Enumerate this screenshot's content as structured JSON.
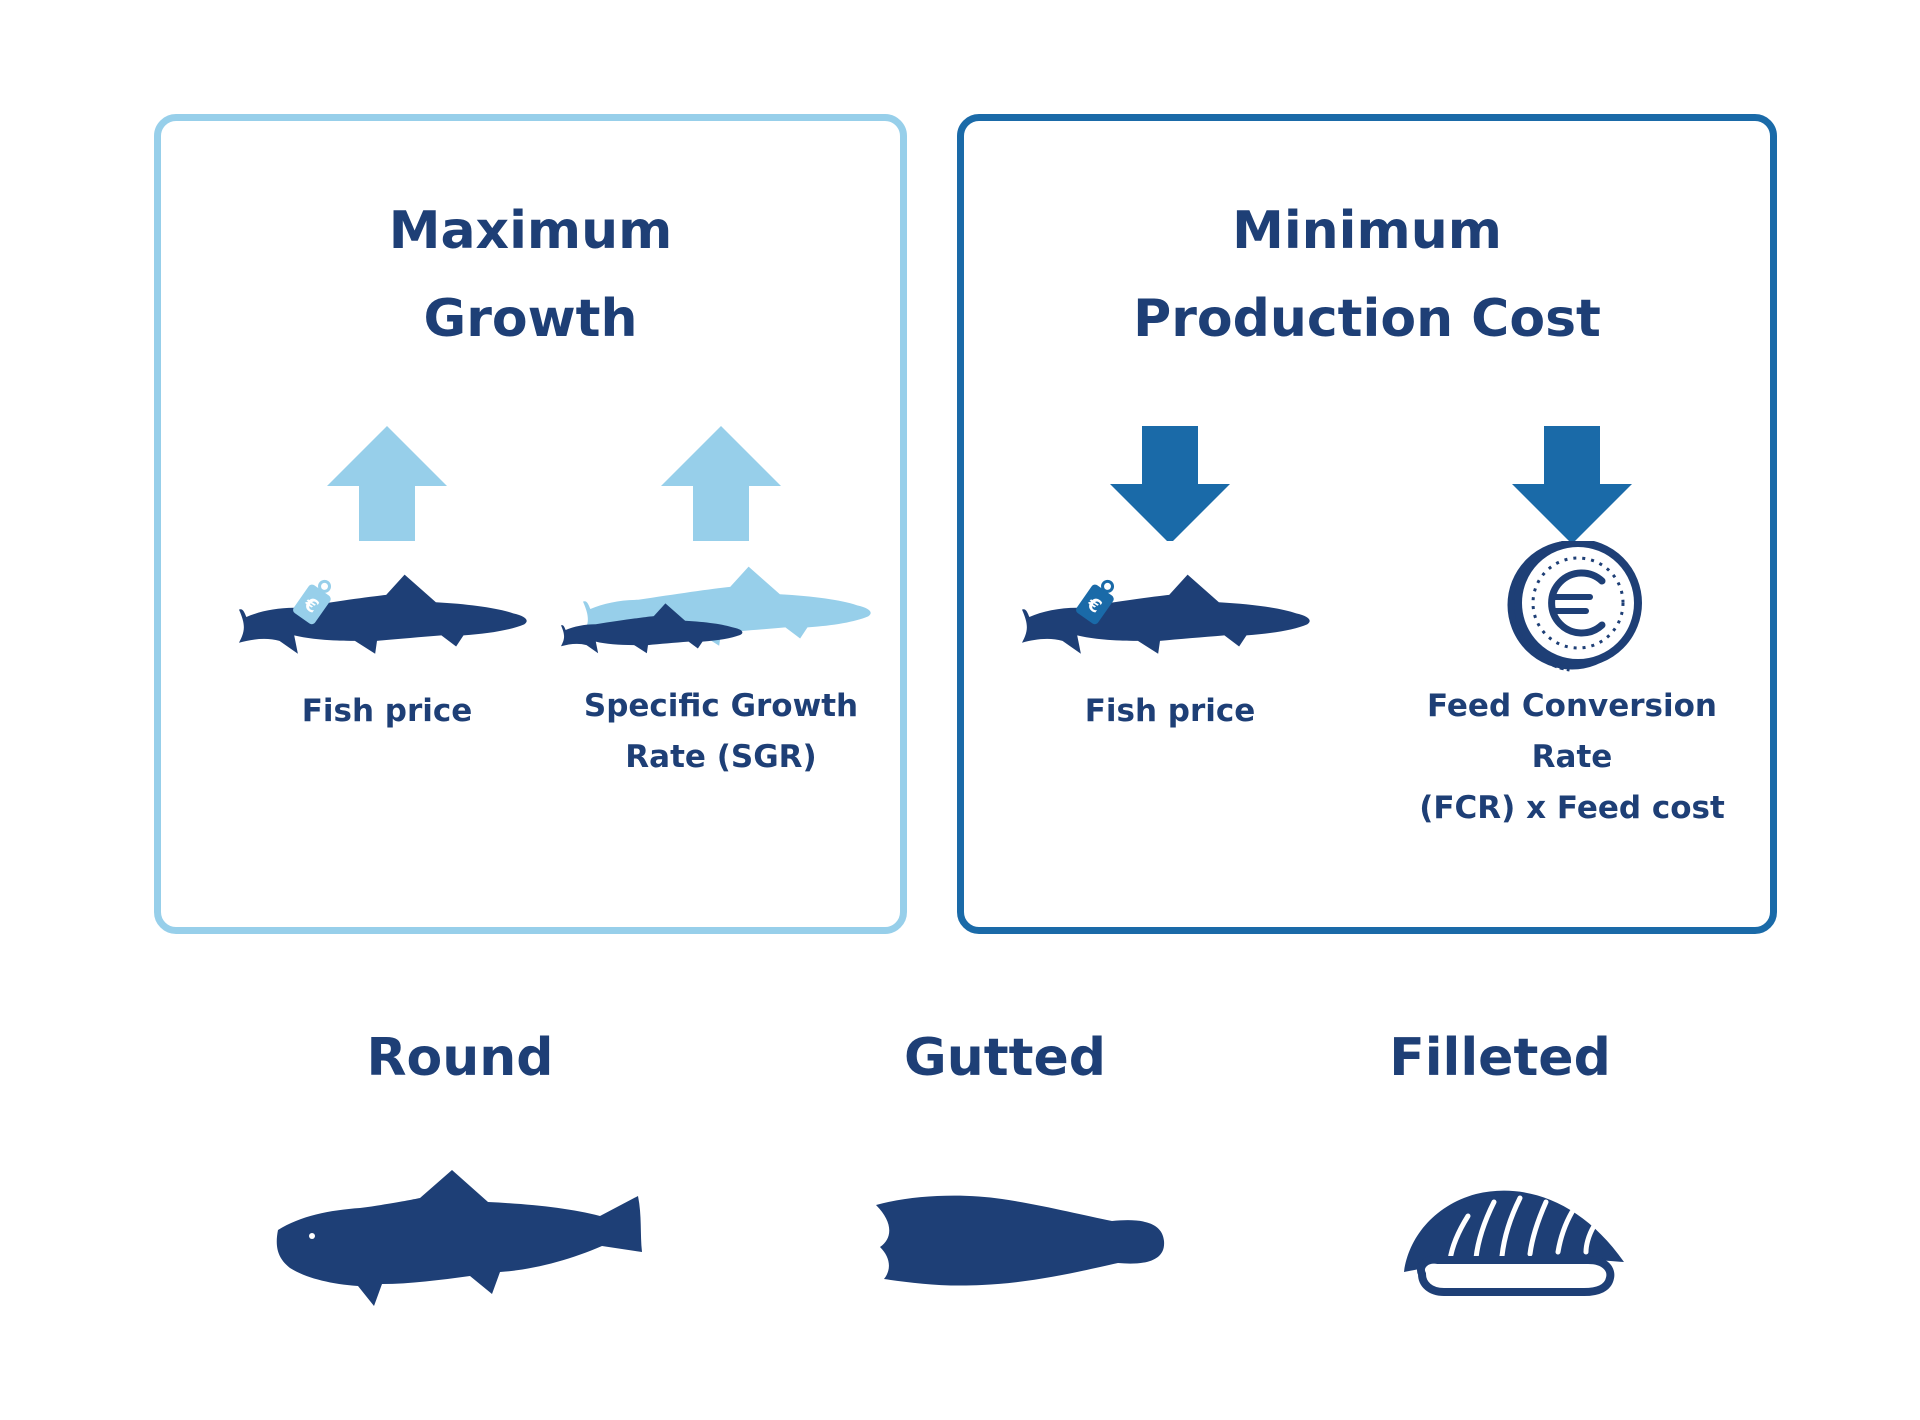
{
  "colors": {
    "navy": "#1e3f76",
    "light_blue": "#97cfea",
    "mid_blue": "#1a6aa8"
  },
  "panels": {
    "max_growth": {
      "title_line1": "Maximum",
      "title_line2": "Growth",
      "items": [
        {
          "arrow": "arrow-up-icon",
          "icon": "fish-price-tag-icon",
          "label_line1": "Fish price",
          "label_line2": ""
        },
        {
          "arrow": "arrow-up-icon",
          "icon": "fish-growth-icon",
          "label_line1": "Specific Growth",
          "label_line2": "Rate (SGR)"
        }
      ]
    },
    "min_cost": {
      "title_line1": "Minimum",
      "title_line2": "Production Cost",
      "items": [
        {
          "arrow": "arrow-down-icon",
          "icon": "fish-price-tag-icon",
          "label_line1": "Fish price",
          "label_line2": ""
        },
        {
          "arrow": "arrow-down-icon",
          "icon": "euro-coin-icon",
          "label_line1": "Feed Conversion Rate",
          "label_line2": "(FCR) x Feed cost"
        }
      ]
    }
  },
  "forms": [
    {
      "label": "Round",
      "icon": "round-fish-icon"
    },
    {
      "label": "Gutted",
      "icon": "gutted-fish-icon"
    },
    {
      "label": "Filleted",
      "icon": "fillet-icon"
    }
  ]
}
